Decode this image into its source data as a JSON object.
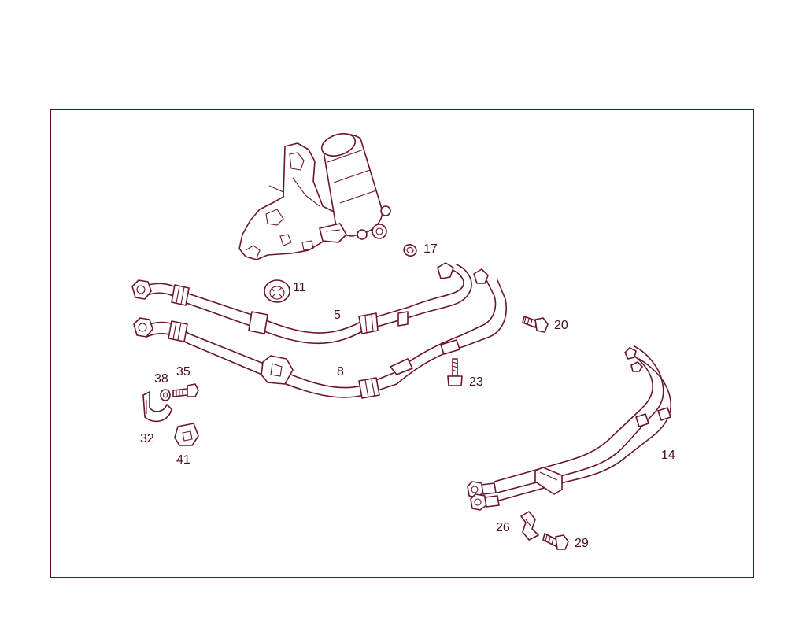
{
  "colors": {
    "line": "#6a1430",
    "frame": "#5a1028",
    "background": "#ffffff"
  },
  "callouts": {
    "c5": "5",
    "c8": "8",
    "c11": "11",
    "c14": "14",
    "c17": "17",
    "c20": "20",
    "c23": "23",
    "c26": "26",
    "c29": "29",
    "c32": "32",
    "c35": "35",
    "c38": "38",
    "c41": "41"
  }
}
